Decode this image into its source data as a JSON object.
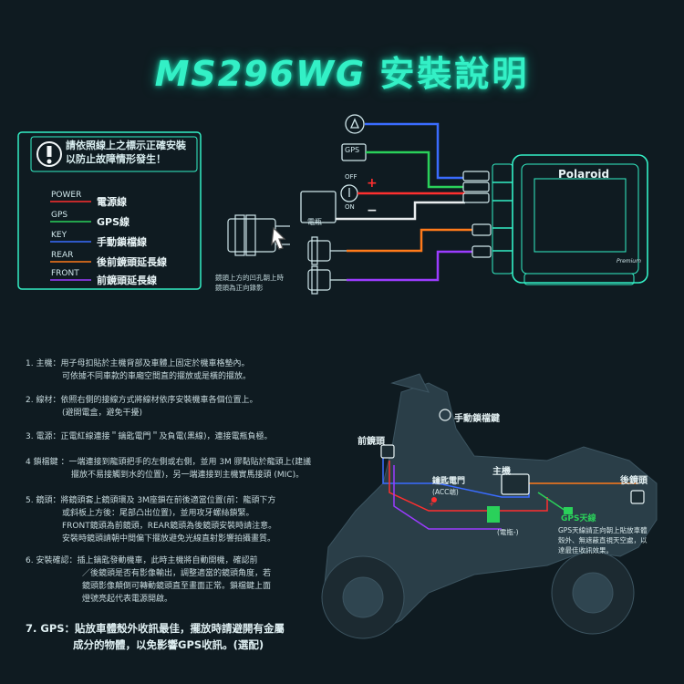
{
  "title": {
    "main": "MS296WG",
    "sub": "安裝說明"
  },
  "warning": {
    "line1": "請依照線上之標示正確安裝",
    "line2": "以防止故障情形發生！"
  },
  "wires": [
    {
      "tag": "POWER",
      "label": "電源線",
      "color": "#ff2f2f"
    },
    {
      "tag": "GPS",
      "label": "GPS線",
      "color": "#2ad15a"
    },
    {
      "tag": "KEY",
      "label": "手動鎖檔線",
      "color": "#3a6cff"
    },
    {
      "tag": "REAR",
      "label": "後前鏡頭延長線",
      "color": "#ff7a1a"
    },
    {
      "tag": "FRONT",
      "label": "前鏡頭延長線",
      "color": "#9b3cff"
    }
  ],
  "lens_note": {
    "line1": "鏡頭上方的凹孔朝上時",
    "line2": "鏡頭為正向錄影"
  },
  "device": {
    "brand": "Polaroid",
    "script": "Premium",
    "gps": "GPS",
    "off": "OFF",
    "on": "ON",
    "plus": "+",
    "minus": "−",
    "battery": "電瓶-"
  },
  "steps": [
    {
      "num": "1. 主機：",
      "lines": [
        "用子母扣貼於主機背部及車體上固定於機車格墊內。",
        "可依據不同車款的車廂空間直的擺放或是橫的擺放。"
      ]
    },
    {
      "num": "2. 線材：",
      "lines": [
        "依照右側的接線方式將線材依序安裝機車各個位置上。",
        "(避開電盒，避免干擾)"
      ]
    },
    {
      "num": "3. 電源：",
      "lines": [
        "正電紅線連接＂鑰匙電門＂及負電(黑線)，連接電瓶負極。"
      ]
    },
    {
      "num": "4 鎖檔鍵 ：",
      "lines": [
        "一端連接到龍頭把手的左側或右側，並用 3M 膠黏貼於龍頭上(建議",
        "擺放不易接觸到水的位置)，另一端連接到主機實馬接頭 (MIC)。"
      ]
    },
    {
      "num": "5. 鏡頭：",
      "lines": [
        "將鏡頭套上鏡頭環及 3M座鎖在前後適當位置(前：龍頭下方",
        "或斜板上方後：尾部凸出位置)，並用攻牙螺絲鎖緊。",
        "FRONT鏡頭為前鏡頭，REAR鏡頭為後鏡頭安裝時請注意。",
        "安裝時鏡頭請朝中間偏下擺放避免光線直射影響拍攝畫質。"
      ]
    },
    {
      "num": "6. 安裝確認：",
      "lines": [
        "插上鑰匙發動機車，此時主機將自動開機，確認前",
        "／後鏡頭是否有影像輸出，調整適當的鏡頭角度，若",
        "鏡頭影像顛倒可轉動鏡頭直至畫面正常。鎖檔鍵上面",
        "燈號亮起代表電源開啟。"
      ]
    }
  ],
  "step7": {
    "num": "7. GPS：",
    "line1": "貼放車體殼外收訊最佳，擺放時請避開有金屬",
    "line2": "成分的物體，以免影響GPS收訊。(選配)"
  },
  "moto": {
    "manual_key": "手動鎖檔鍵",
    "front_lens": "前鏡頭",
    "host": "主機",
    "rear_lens": "後鏡頭",
    "ignition": "鑰匙電門",
    "acc": "(ACC端)",
    "plus": "+",
    "battery": "(電瓶-)",
    "gps_antenna": "GPS天線",
    "gps_note1": "GPS天線請正向朝上貼放車體",
    "gps_note2": "殼外、無遮蔽直視天空處，以",
    "gps_note3": "達最佳收訊效果。"
  },
  "colors": {
    "accent": "#33f0c6",
    "bg": "#0f1b21"
  }
}
